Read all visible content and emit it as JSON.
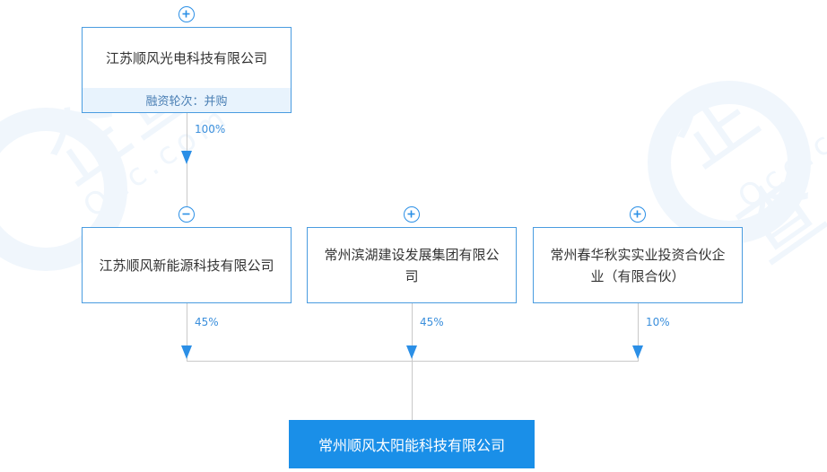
{
  "colors": {
    "accent": "#1a8fe8",
    "border": "#4a9ce0",
    "tag_bg": "#e8f3fd",
    "line": "#c9c9c9",
    "text": "#333333",
    "percent": "#3b8fdc"
  },
  "watermark": {
    "text_cn": "企查",
    "text_en": "Qcc.com"
  },
  "top_company": {
    "name": "江苏顺风光电科技有限公司",
    "tag": "融资轮次：并购",
    "toggle_icon": "plus-icon",
    "share_percent": "100%"
  },
  "middle_companies": [
    {
      "name": "江苏顺风新能源科技有限公司",
      "toggle_icon": "minus-icon",
      "share_percent": "45%"
    },
    {
      "name": "常州滨湖建设发展集团有限公司",
      "toggle_icon": "plus-icon",
      "share_percent": "45%"
    },
    {
      "name": "常州春华秋实实业投资合伙企业（有限合伙）",
      "toggle_icon": "plus-icon",
      "share_percent": "10%"
    }
  ],
  "target_company": {
    "name": "常州顺风太阳能科技有限公司"
  }
}
